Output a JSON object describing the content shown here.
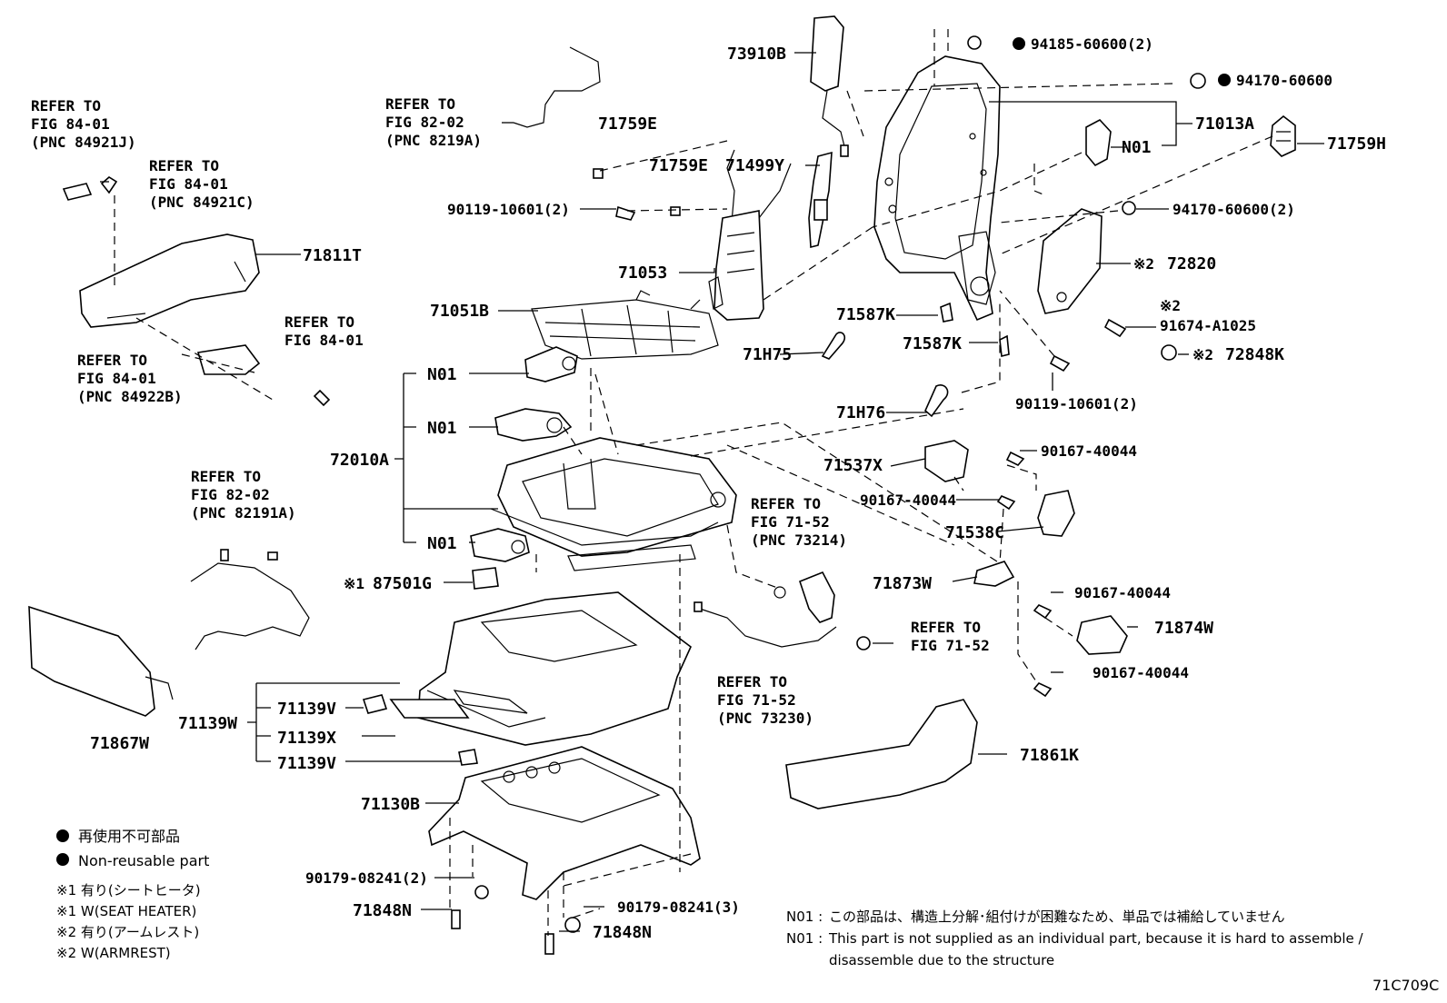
{
  "parts": {
    "p73910B": "73910B",
    "p94185": "94185-60600(2)",
    "p94170a": "94170-60600",
    "p71013A": "71013A",
    "pN01_top": "N01",
    "p71759H": "71759H",
    "p71759E_a": "71759E",
    "p71759E_b": "71759E",
    "p71499Y": "71499Y",
    "p90119_a": "90119-10601(2)",
    "p94170b": "94170-60600(2)",
    "p72820": "72820",
    "p71811T": "71811T",
    "p71053": "71053",
    "p71051B": "71051B",
    "p71587K_a": "71587K",
    "p71587K_b": "71587K",
    "p91674": "91674-A1025",
    "p72848K": "72848K",
    "p71H75": "71H75",
    "p90119_b": "90119-10601(2)",
    "p71H76": "71H76",
    "pN01_1": "N01",
    "pN01_2": "N01",
    "pN01_3": "N01",
    "p72010A": "72010A",
    "p90167_a": "90167-40044",
    "p71537X": "71537X",
    "p90167_b": "90167-40044",
    "p71538C": "71538C",
    "p87501G": "87501G",
    "p71873W": "71873W",
    "p90167_c": "90167-40044",
    "p71874W": "71874W",
    "p90167_d": "90167-40044",
    "p71139W": "71139W",
    "p71139V_a": "71139V",
    "p71139X": "71139X",
    "p71139V_b": "71139V",
    "p71867W": "71867W",
    "p71861K": "71861K",
    "p71130B": "71130B",
    "p90179_a": "90179-08241(2)",
    "p71848N_a": "71848N",
    "p90179_b": "90179-08241(3)",
    "p71848N_b": "71848N"
  },
  "marks": {
    "m1": "※1",
    "m2": "※2"
  },
  "refs": {
    "r1": [
      "REFER TO",
      "FIG 84-01",
      "(PNC 84921J)"
    ],
    "r2": [
      "REFER TO",
      "FIG 84-01",
      "(PNC 84921C)"
    ],
    "r3": [
      "REFER TO",
      "FIG 82-02",
      "(PNC 8219A)"
    ],
    "r4": [
      "REFER TO",
      "FIG 84-01"
    ],
    "r5": [
      "REFER TO",
      "FIG 84-01",
      "(PNC 84922B)"
    ],
    "r6": [
      "REFER TO",
      "FIG 82-02",
      "(PNC 82191A)"
    ],
    "r7": [
      "REFER TO",
      "FIG 71-52",
      "(PNC 73214)"
    ],
    "r8": [
      "REFER TO",
      "FIG 71-52"
    ],
    "r9": [
      "REFER TO",
      "FIG 71-52",
      "(PNC 73230)"
    ]
  },
  "legend": {
    "non_reusable_jp": "再使用不可部品",
    "non_reusable_en": "Non-reusable part",
    "l1_jp": "※1 有り(シートヒータ)",
    "l1_en": "※1 W(SEAT HEATER)",
    "l2_jp": "※2 有り(アームレスト)",
    "l2_en": "※2 W(ARMREST)"
  },
  "notes": {
    "jp_prefix": "N01 :",
    "jp_text": "この部品は、構造上分解･組付けが困難なため、単品では補給していません",
    "en_prefix": "N01 :",
    "en_text1": "This part is not supplied as an individual part, because it is hard to assemble /",
    "en_text2": "disassemble due to the structure"
  },
  "figure_code": "71C709C"
}
